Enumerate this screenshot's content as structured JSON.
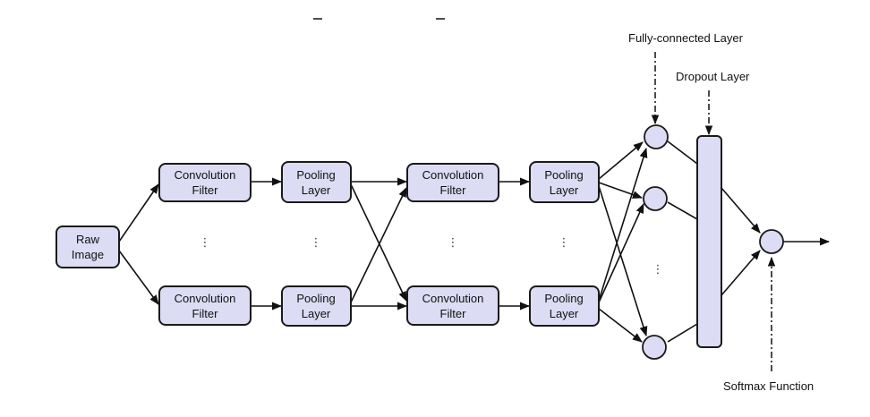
{
  "nodes": {
    "raw_image": [
      "Raw",
      "Image"
    ],
    "conv1_top": [
      "Convolution",
      "Filter"
    ],
    "conv1_bottom": [
      "Convolution",
      "Filter"
    ],
    "pool1_top": [
      "Pooling",
      "Layer"
    ],
    "pool1_bottom": [
      "Pooling",
      "Layer"
    ],
    "conv2_top": [
      "Convolution",
      "Filter"
    ],
    "conv2_bottom": [
      "Convolution",
      "Filter"
    ],
    "pool2_top": [
      "Pooling",
      "Layer"
    ],
    "pool2_bottom": [
      "Pooling",
      "Layer"
    ]
  },
  "annotations": {
    "fully_connected": "Fully-connected Layer",
    "dropout": "Dropout Layer",
    "softmax": "Softmax Function"
  },
  "ellipsis": "⋮"
}
